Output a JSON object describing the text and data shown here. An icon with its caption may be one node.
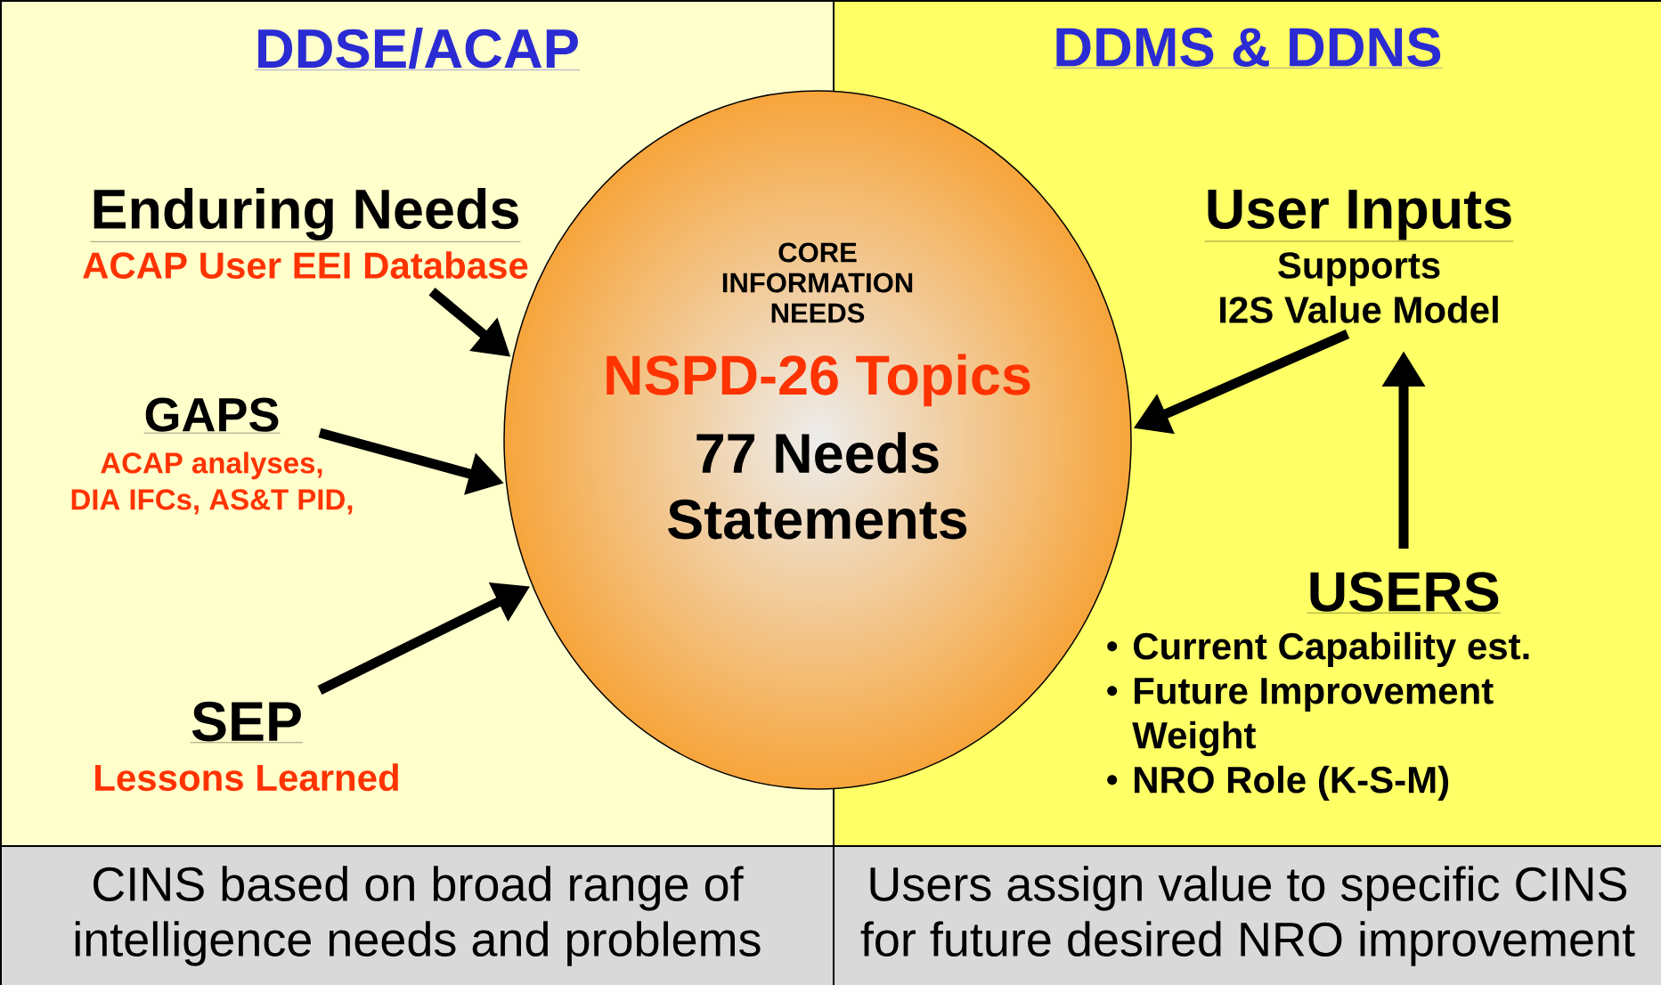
{
  "diagram": {
    "nodes": [
      {
        "text": [
          "DDSE/ACAP"
        ]
      },
      {
        "text": [
          "DDMS & DDNS"
        ]
      },
      {
        "text": [
          "CORE INFORMATION NEEDS",
          "NSPD-26 Topics",
          "77 Needs Statements"
        ]
      },
      {
        "text": [
          "Enduring Needs",
          "ACAP User EEI Database"
        ],
        "in": 0
      },
      {
        "text": [
          "GAPS",
          "ACAP analyses, DIA IFCs, AS&T PID,"
        ],
        "in": 0
      },
      {
        "text": [
          "SEP",
          "Lessons Learned"
        ],
        "in": 0
      },
      {
        "text": [
          "User Inputs",
          "Supports I2S Value Model"
        ],
        "in": 1
      },
      {
        "text": [
          "USERS",
          "Current Capability est.",
          "Future Improvement Weight",
          "NRO Role (K-S-M)"
        ],
        "in": 1
      },
      {
        "text": [
          "CINS based on broad range of intelligence needs and problems"
        ]
      },
      {
        "text": [
          "Users assign value to specific CINS for future desired NRO improvement"
        ]
      }
    ],
    "edges": [
      {
        "from": 3,
        "to": 2,
        "arrow": "to"
      },
      {
        "from": 4,
        "to": 2,
        "arrow": "to"
      },
      {
        "from": 5,
        "to": 2,
        "arrow": "to"
      },
      {
        "from": 6,
        "to": 2,
        "arrow": "to"
      },
      {
        "from": 7,
        "to": 6,
        "arrow": "to"
      }
    ]
  }
}
